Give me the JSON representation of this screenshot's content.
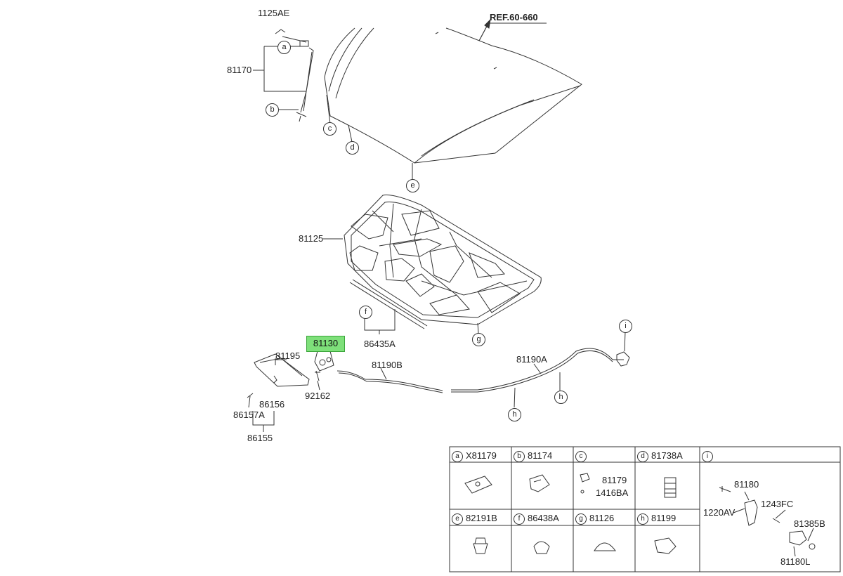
{
  "diagram": {
    "ref_label": "REF.60-660",
    "highlighted_part": "81130",
    "part_labels": {
      "p1125AE": "1125AE",
      "p81170": "81170",
      "p81125": "81125",
      "p86435A": "86435A",
      "p81195": "81195",
      "p92162": "92162",
      "p81190B": "81190B",
      "p81190A": "81190A",
      "p86156": "86156",
      "p86157A": "86157A",
      "p86155": "86155"
    },
    "callouts": {
      "a": "a",
      "b": "b",
      "c": "c",
      "d": "d",
      "e": "e",
      "f": "f",
      "g": "g",
      "h1": "h",
      "h2": "h",
      "i": "i"
    }
  },
  "legend": {
    "cells": [
      {
        "key": "a",
        "part": "X81179"
      },
      {
        "key": "b",
        "part": "81174"
      },
      {
        "key": "c",
        "part": "",
        "sub": [
          "81179",
          "1416BA"
        ]
      },
      {
        "key": "d",
        "part": "81738A"
      },
      {
        "key": "i",
        "part": "",
        "sub": [
          "81180",
          "1220AV",
          "1243FC",
          "81385B",
          "81180L"
        ]
      },
      {
        "key": "e",
        "part": "82191B"
      },
      {
        "key": "f",
        "part": "86438A"
      },
      {
        "key": "g",
        "part": "81126"
      },
      {
        "key": "h",
        "part": "81199"
      }
    ]
  }
}
